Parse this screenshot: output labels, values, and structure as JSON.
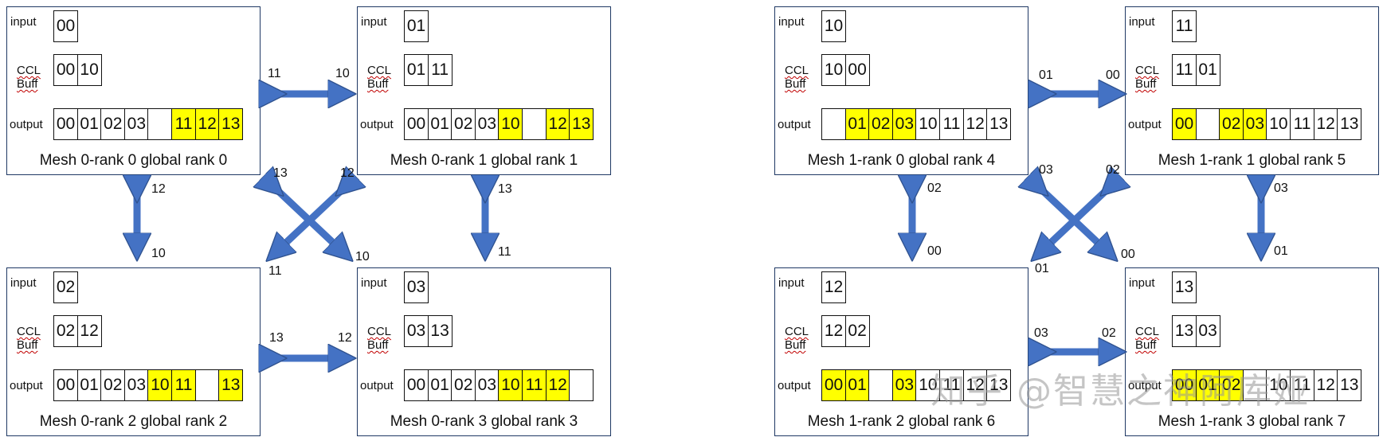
{
  "labels": {
    "input": "input",
    "ccl_line1": "CCL",
    "ccl_line2": "Buff",
    "output": "output"
  },
  "panels": [
    {
      "title": "Mesh 0-rank 0 global rank 0",
      "input": "00",
      "ccl": [
        "00",
        "10"
      ],
      "output": [
        {
          "v": "00",
          "hl": false
        },
        {
          "v": "01",
          "hl": false
        },
        {
          "v": "02",
          "hl": false
        },
        {
          "v": "03",
          "hl": false
        },
        {
          "v": "",
          "hl": false
        },
        {
          "v": "11",
          "hl": true
        },
        {
          "v": "12",
          "hl": true
        },
        {
          "v": "13",
          "hl": true
        }
      ]
    },
    {
      "title": "Mesh 0-rank 1 global rank 1",
      "input": "01",
      "ccl": [
        "01",
        "11"
      ],
      "output": [
        {
          "v": "00",
          "hl": false
        },
        {
          "v": "01",
          "hl": false
        },
        {
          "v": "02",
          "hl": false
        },
        {
          "v": "03",
          "hl": false
        },
        {
          "v": "10",
          "hl": true
        },
        {
          "v": "",
          "hl": false
        },
        {
          "v": "12",
          "hl": true
        },
        {
          "v": "13",
          "hl": true
        }
      ]
    },
    {
      "title": "Mesh 0-rank 2 global rank 2",
      "input": "02",
      "ccl": [
        "02",
        "12"
      ],
      "output": [
        {
          "v": "00",
          "hl": false
        },
        {
          "v": "01",
          "hl": false
        },
        {
          "v": "02",
          "hl": false
        },
        {
          "v": "03",
          "hl": false
        },
        {
          "v": "10",
          "hl": true
        },
        {
          "v": "11",
          "hl": true
        },
        {
          "v": "",
          "hl": false
        },
        {
          "v": "13",
          "hl": true
        }
      ]
    },
    {
      "title": "Mesh 0-rank 3 global rank 3",
      "input": "03",
      "ccl": [
        "03",
        "13"
      ],
      "output": [
        {
          "v": "00",
          "hl": false
        },
        {
          "v": "01",
          "hl": false
        },
        {
          "v": "02",
          "hl": false
        },
        {
          "v": "03",
          "hl": false
        },
        {
          "v": "10",
          "hl": true
        },
        {
          "v": "11",
          "hl": true
        },
        {
          "v": "12",
          "hl": true
        },
        {
          "v": "",
          "hl": false
        }
      ]
    },
    {
      "title": "Mesh 1-rank 0 global rank 4",
      "input": "10",
      "ccl": [
        "10",
        "00"
      ],
      "output": [
        {
          "v": "",
          "hl": false
        },
        {
          "v": "01",
          "hl": true
        },
        {
          "v": "02",
          "hl": true
        },
        {
          "v": "03",
          "hl": true
        },
        {
          "v": "10",
          "hl": false
        },
        {
          "v": "11",
          "hl": false
        },
        {
          "v": "12",
          "hl": false
        },
        {
          "v": "13",
          "hl": false
        }
      ]
    },
    {
      "title": "Mesh 1-rank 1 global rank 5",
      "input": "11",
      "ccl": [
        "11",
        "01"
      ],
      "output": [
        {
          "v": "00",
          "hl": true
        },
        {
          "v": "",
          "hl": false
        },
        {
          "v": "02",
          "hl": true
        },
        {
          "v": "03",
          "hl": true
        },
        {
          "v": "10",
          "hl": false
        },
        {
          "v": "11",
          "hl": false
        },
        {
          "v": "12",
          "hl": false
        },
        {
          "v": "13",
          "hl": false
        }
      ]
    },
    {
      "title": "Mesh 1-rank 2 global rank 6",
      "input": "12",
      "ccl": [
        "12",
        "02"
      ],
      "output": [
        {
          "v": "00",
          "hl": true
        },
        {
          "v": "01",
          "hl": true
        },
        {
          "v": "",
          "hl": false
        },
        {
          "v": "03",
          "hl": true
        },
        {
          "v": "10",
          "hl": false
        },
        {
          "v": "11",
          "hl": false
        },
        {
          "v": "12",
          "hl": false
        },
        {
          "v": "13",
          "hl": false
        }
      ]
    },
    {
      "title": "Mesh 1-rank 3 global rank 7",
      "input": "13",
      "ccl": [
        "13",
        "03"
      ],
      "output": [
        {
          "v": "00",
          "hl": true
        },
        {
          "v": "01",
          "hl": true
        },
        {
          "v": "02",
          "hl": true
        },
        {
          "v": "",
          "hl": false
        },
        {
          "v": "10",
          "hl": false
        },
        {
          "v": "11",
          "hl": false
        },
        {
          "v": "12",
          "hl": false
        },
        {
          "v": "13",
          "hl": false
        }
      ]
    }
  ],
  "edge_labels": {
    "m0_top_left": "11",
    "m0_top_right": "10",
    "m0_left_top": "12",
    "m0_left_bottom": "10",
    "m0_right_top": "13",
    "m0_right_bottom": "11",
    "m0_x_topleft": "13",
    "m0_x_topright": "12",
    "m0_x_bottomleft": "11",
    "m0_x_bottomright": "10",
    "m0_bottom_left": "13",
    "m0_bottom_right": "12",
    "m1_top_left": "01",
    "m1_top_right": "00",
    "m1_left_top": "02",
    "m1_left_bottom": "00",
    "m1_right_top": "03",
    "m1_right_bottom": "01",
    "m1_x_topleft": "03",
    "m1_x_topright": "02",
    "m1_x_bottomleft": "01",
    "m1_x_bottomright": "00",
    "m1_bottom_left": "03",
    "m1_bottom_right": "02"
  },
  "watermark": "知乎 @智慧之神阿库娅",
  "colors": {
    "arrow": "#4472c4",
    "highlight": "#ffff00",
    "border": "#1f3864"
  }
}
